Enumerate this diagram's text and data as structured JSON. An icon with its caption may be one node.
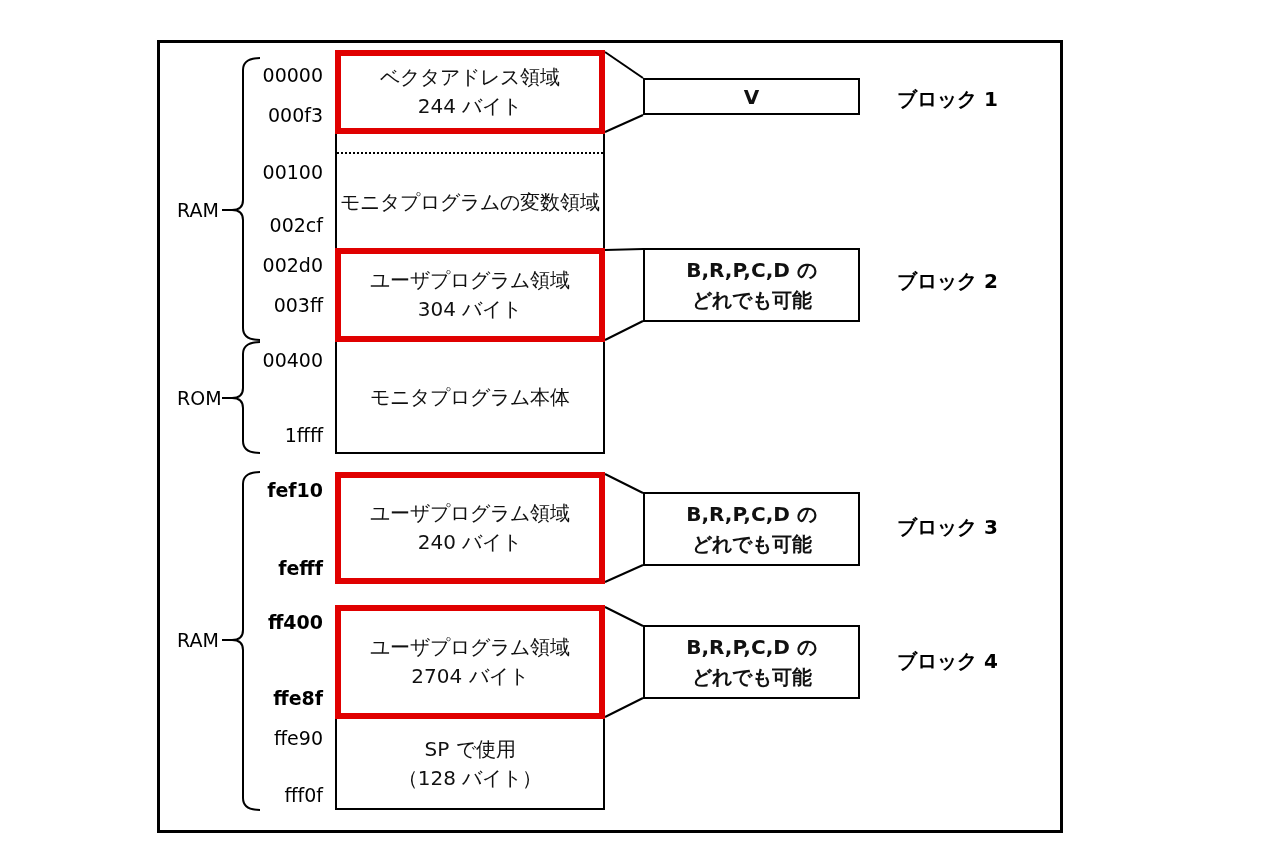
{
  "diagram": {
    "nodes": [
      {
        "text": [
          "ベクタアドレス領域",
          "244 バイト"
        ]
      },
      {
        "text": [
          "モニタプログラムの変数領域"
        ]
      },
      {
        "text": [
          "ユーザプログラム領域",
          "304 バイト"
        ]
      },
      {
        "text": [
          "モニタプログラム本体"
        ]
      },
      {
        "text": [
          "ユーザプログラム領域",
          "240 バイト"
        ]
      },
      {
        "text": [
          "ユーザプログラム領域",
          "2704 バイト"
        ]
      },
      {
        "text": [
          "SP で使用",
          "（128 バイト）"
        ]
      },
      {
        "text": [
          "V"
        ],
        "beside": [
          "ブロック 1"
        ]
      },
      {
        "text": [
          "B,R,P,C,D のどれでも可能"
        ],
        "beside": [
          "ブロック 2"
        ]
      },
      {
        "text": [
          "B,R,P,C,D のどれでも可能"
        ],
        "beside": [
          "ブロック 3"
        ]
      },
      {
        "text": [
          "B,R,P,C,D のどれでも可能"
        ],
        "beside": [
          "ブロック 4"
        ]
      }
    ],
    "edges": [
      {
        "from": 0,
        "to": 7,
        "arrow": "none"
      },
      {
        "from": 0,
        "to": 7,
        "arrow": "none"
      },
      {
        "from": 2,
        "to": 8,
        "arrow": "none"
      },
      {
        "from": 2,
        "to": 8,
        "arrow": "none"
      },
      {
        "from": 4,
        "to": 9,
        "arrow": "none"
      },
      {
        "from": 4,
        "to": 9,
        "arrow": "none"
      },
      {
        "from": 5,
        "to": 10,
        "arrow": "none"
      },
      {
        "from": 5,
        "to": 10,
        "arrow": "none"
      }
    ],
    "labels": [
      "00000",
      "000f3",
      "00100",
      "RAM",
      "002cf",
      "002d0",
      "003ff",
      "00400",
      "ROM",
      "1ffff",
      "fef10",
      "fefff",
      "ff400",
      "RAM",
      "ffe8f",
      "ffe90",
      "fff0f"
    ]
  }
}
